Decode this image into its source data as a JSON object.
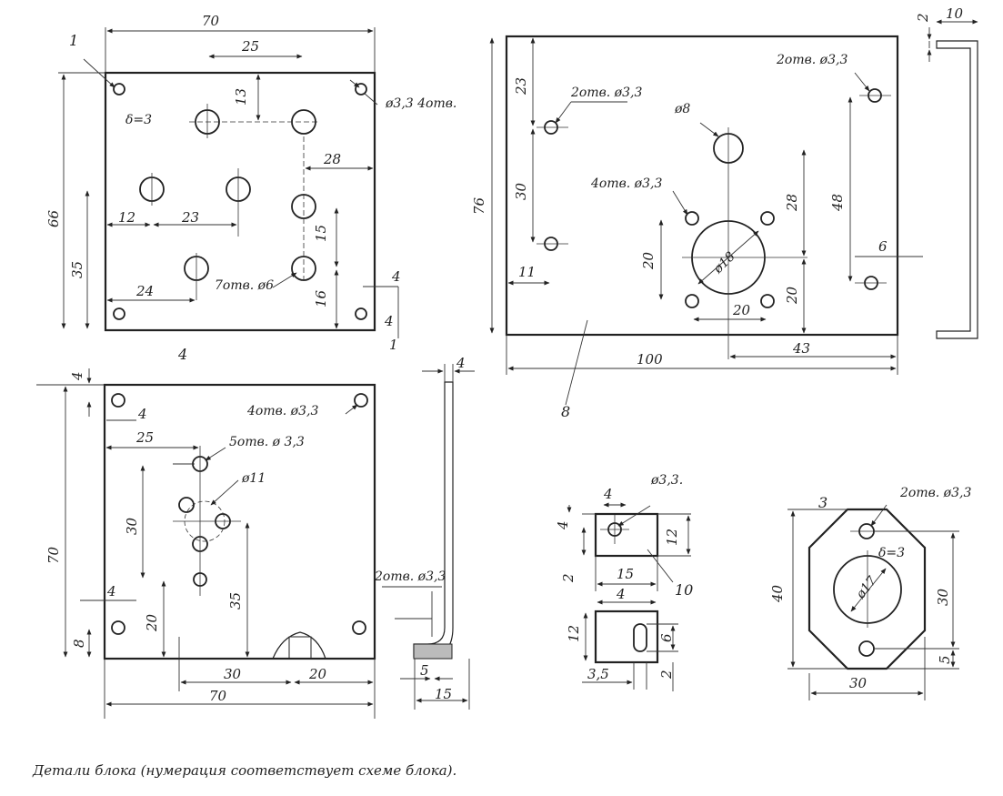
{
  "caption": "Детали блока (нумерация соответствует схеме блока).",
  "part1": {
    "number": "1",
    "thickness": "δ=3",
    "dims": {
      "width": "70",
      "height": "66",
      "d25": "25",
      "d13": "13",
      "d28": "28",
      "d12": "12",
      "d23": "23",
      "d35": "35",
      "d24": "24",
      "d15": "15",
      "d16": "16",
      "d4a": "4",
      "d4b": "4",
      "d1": "1"
    },
    "notes": {
      "small_holes": "ø3,3 4отв.",
      "big_holes": "7отв. ø6"
    }
  },
  "part8": {
    "number": "8",
    "dims": {
      "width": "100",
      "height": "76",
      "d23": "23",
      "d30": "30",
      "d11": "11",
      "d20a": "20",
      "d20b": "20",
      "d20c": "20",
      "d28": "28",
      "d43": "43",
      "d48": "48",
      "d6": "6",
      "d18": "ø18"
    },
    "notes": {
      "left_holes": "2отв. ø3,3",
      "right_holes": "2отв. ø3,3",
      "big_hole": "ø8",
      "four_holes": "4отв. ø3,3"
    },
    "side": {
      "d10": "10",
      "d2": "2"
    }
  },
  "part4": {
    "number": "4",
    "dims": {
      "d4a": "4",
      "d4b": "4",
      "d25": "25",
      "d30": "30",
      "d70v": "70",
      "d4c": "4",
      "d8": "8",
      "d20": "20",
      "d35": "35",
      "d30b": "30",
      "d20b": "20",
      "d70h": "70",
      "d11": "ø11"
    },
    "notes": {
      "corner_holes": "4отв. ø3,3",
      "five_holes": "5отв. ø 3,3"
    },
    "side": {
      "d4": "4",
      "d5": "5",
      "d15": "15",
      "note": "2отв. ø3,3"
    }
  },
  "part10": {
    "number": "10",
    "dims": {
      "d4top": "4",
      "d4left": "4",
      "d12": "12",
      "d2": "2",
      "d15": "15",
      "d4b": "4",
      "d12b": "12",
      "d6": "6",
      "d35": "3,5",
      "d2b": "2"
    },
    "notes": {
      "hole": "ø3,3."
    }
  },
  "part3": {
    "number": "3",
    "thickness": "δ=3",
    "dims": {
      "d40": "40",
      "d30v": "30",
      "d5": "5",
      "d30h": "30",
      "d17": "ø17"
    },
    "notes": {
      "holes": "2отв. ø3,3"
    }
  }
}
